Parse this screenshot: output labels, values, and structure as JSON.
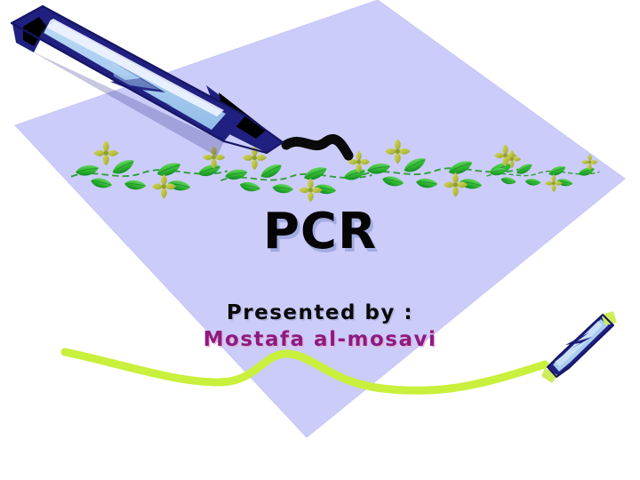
{
  "slide": {
    "title": "PCR",
    "presented_label": "Presented by :",
    "presenter_name": "Mostafa al-mosavi",
    "background_color": "#ffffff"
  },
  "colors": {
    "paper": "#ccccfa",
    "paper_edge": "#c3c3f5",
    "title_text": "#050505",
    "title_shadow": "#96a0d7",
    "presented_text": "#0a0a0a",
    "presenter_text": "#8d1b80",
    "presenter_shadow": "#e0b2d6",
    "pen_navy": "#202080",
    "pen_body_blue": "#a8ccf0",
    "pen_highlight": "#eef4ff",
    "pen_nib_black": "#000000",
    "ink_squiggle": "#0a0a0a",
    "wave_line": "#c8f03c",
    "leaf_green": "#2fb52f",
    "leaf_green_dark": "#128a28",
    "flower_olive": "#b5bd3c",
    "small_pen_tip": "#cdee5a"
  },
  "decorations": {
    "paper_shape_name": "tilted-lavender-paper",
    "large_pen_name": "large-fountain-pen",
    "small_pen_name": "small-pen",
    "ink_squiggle_name": "ink-squiggle-stroke",
    "wave_name": "green-wave-line",
    "vine_name": "leaf-flower-vine-border"
  },
  "icons": {
    "large_pen": "pen-icon",
    "small_pen": "pen-icon",
    "vine": "floral-vine-icon",
    "squiggle": "scribble-icon",
    "wave": "wave-line-icon",
    "paper": "paper-sheet-icon"
  }
}
